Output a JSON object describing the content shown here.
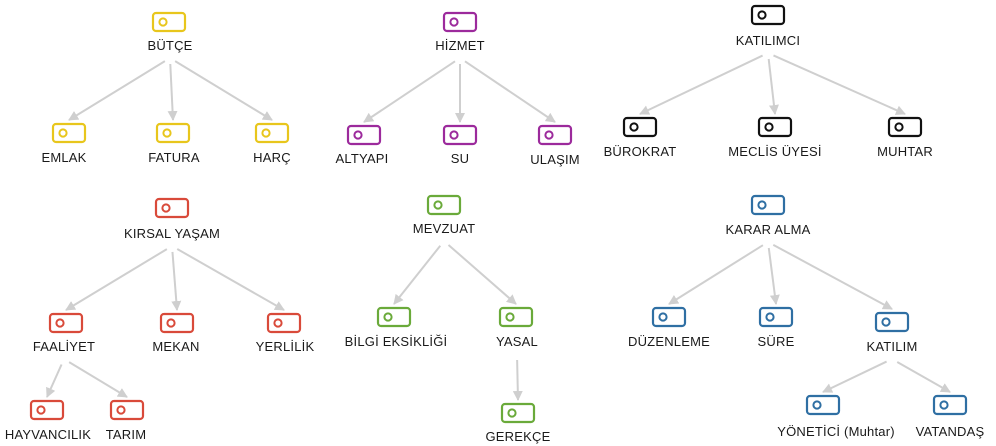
{
  "colors": {
    "budget": "#e8c61c",
    "service": "#9c2a9c",
    "participant": "#111111",
    "rural": "#d94a3a",
    "legislation": "#6aaa3a",
    "decision": "#2f6fa3",
    "edge": "#cfcfcf"
  },
  "icon": "tag-icon",
  "groups": [
    {
      "id": "butce",
      "color": "budget",
      "nodes": [
        {
          "id": "butce",
          "label": "BÜTÇE"
        },
        {
          "id": "emlak",
          "label": "EMLAK"
        },
        {
          "id": "fatura",
          "label": "FATURA"
        },
        {
          "id": "harc",
          "label": "HARÇ"
        }
      ],
      "edges": [
        [
          "butce",
          "emlak"
        ],
        [
          "butce",
          "fatura"
        ],
        [
          "butce",
          "harc"
        ]
      ]
    },
    {
      "id": "hizmet",
      "color": "service",
      "nodes": [
        {
          "id": "hizmet",
          "label": "HİZMET"
        },
        {
          "id": "altyapi",
          "label": "ALTYAPI"
        },
        {
          "id": "su",
          "label": "SU"
        },
        {
          "id": "ulasim",
          "label": "ULAŞIM"
        }
      ],
      "edges": [
        [
          "hizmet",
          "altyapi"
        ],
        [
          "hizmet",
          "su"
        ],
        [
          "hizmet",
          "ulasim"
        ]
      ]
    },
    {
      "id": "katilimci",
      "color": "participant",
      "nodes": [
        {
          "id": "katilimci",
          "label": "KATILIMCI"
        },
        {
          "id": "burokrat",
          "label": "BÜROKRAT"
        },
        {
          "id": "meclis",
          "label": "MECLİS ÜYESİ"
        },
        {
          "id": "muhtar",
          "label": "MUHTAR"
        }
      ],
      "edges": [
        [
          "katilimci",
          "burokrat"
        ],
        [
          "katilimci",
          "meclis"
        ],
        [
          "katilimci",
          "muhtar"
        ]
      ]
    },
    {
      "id": "kirsal",
      "color": "rural",
      "nodes": [
        {
          "id": "kirsal",
          "label": "KIRSAL YAŞAM"
        },
        {
          "id": "faaliyet",
          "label": "FAALİYET"
        },
        {
          "id": "mekan",
          "label": "MEKAN"
        },
        {
          "id": "yerlilik",
          "label": "YERLİLİK"
        },
        {
          "id": "hayvancilik",
          "label": "HAYVANCILIK"
        },
        {
          "id": "tarim",
          "label": "TARIM"
        }
      ],
      "edges": [
        [
          "kirsal",
          "faaliyet"
        ],
        [
          "kirsal",
          "mekan"
        ],
        [
          "kirsal",
          "yerlilik"
        ],
        [
          "faaliyet",
          "hayvancilik"
        ],
        [
          "faaliyet",
          "tarim"
        ]
      ]
    },
    {
      "id": "mevzuat",
      "color": "legislation",
      "nodes": [
        {
          "id": "mevzuat",
          "label": "MEVZUAT"
        },
        {
          "id": "bilgi",
          "label": "BİLGİ EKSİKLİĞİ"
        },
        {
          "id": "yasal",
          "label": "YASAL"
        },
        {
          "id": "gerekce",
          "label": "GEREKÇE"
        }
      ],
      "edges": [
        [
          "mevzuat",
          "bilgi"
        ],
        [
          "mevzuat",
          "yasal"
        ],
        [
          "yasal",
          "gerekce"
        ]
      ]
    },
    {
      "id": "karar",
      "color": "decision",
      "nodes": [
        {
          "id": "karar",
          "label": "KARAR ALMA"
        },
        {
          "id": "duzenleme",
          "label": "DÜZENLEME"
        },
        {
          "id": "sure",
          "label": "SÜRE"
        },
        {
          "id": "katilim",
          "label": "KATILIM"
        },
        {
          "id": "yonetici",
          "label": "YÖNETİCİ (Muhtar)"
        },
        {
          "id": "vatandas",
          "label": "VATANDAŞ"
        }
      ],
      "edges": [
        [
          "karar",
          "duzenleme"
        ],
        [
          "karar",
          "sure"
        ],
        [
          "karar",
          "katilim"
        ],
        [
          "katilim",
          "yonetici"
        ],
        [
          "katilim",
          "vatandas"
        ]
      ]
    }
  ]
}
